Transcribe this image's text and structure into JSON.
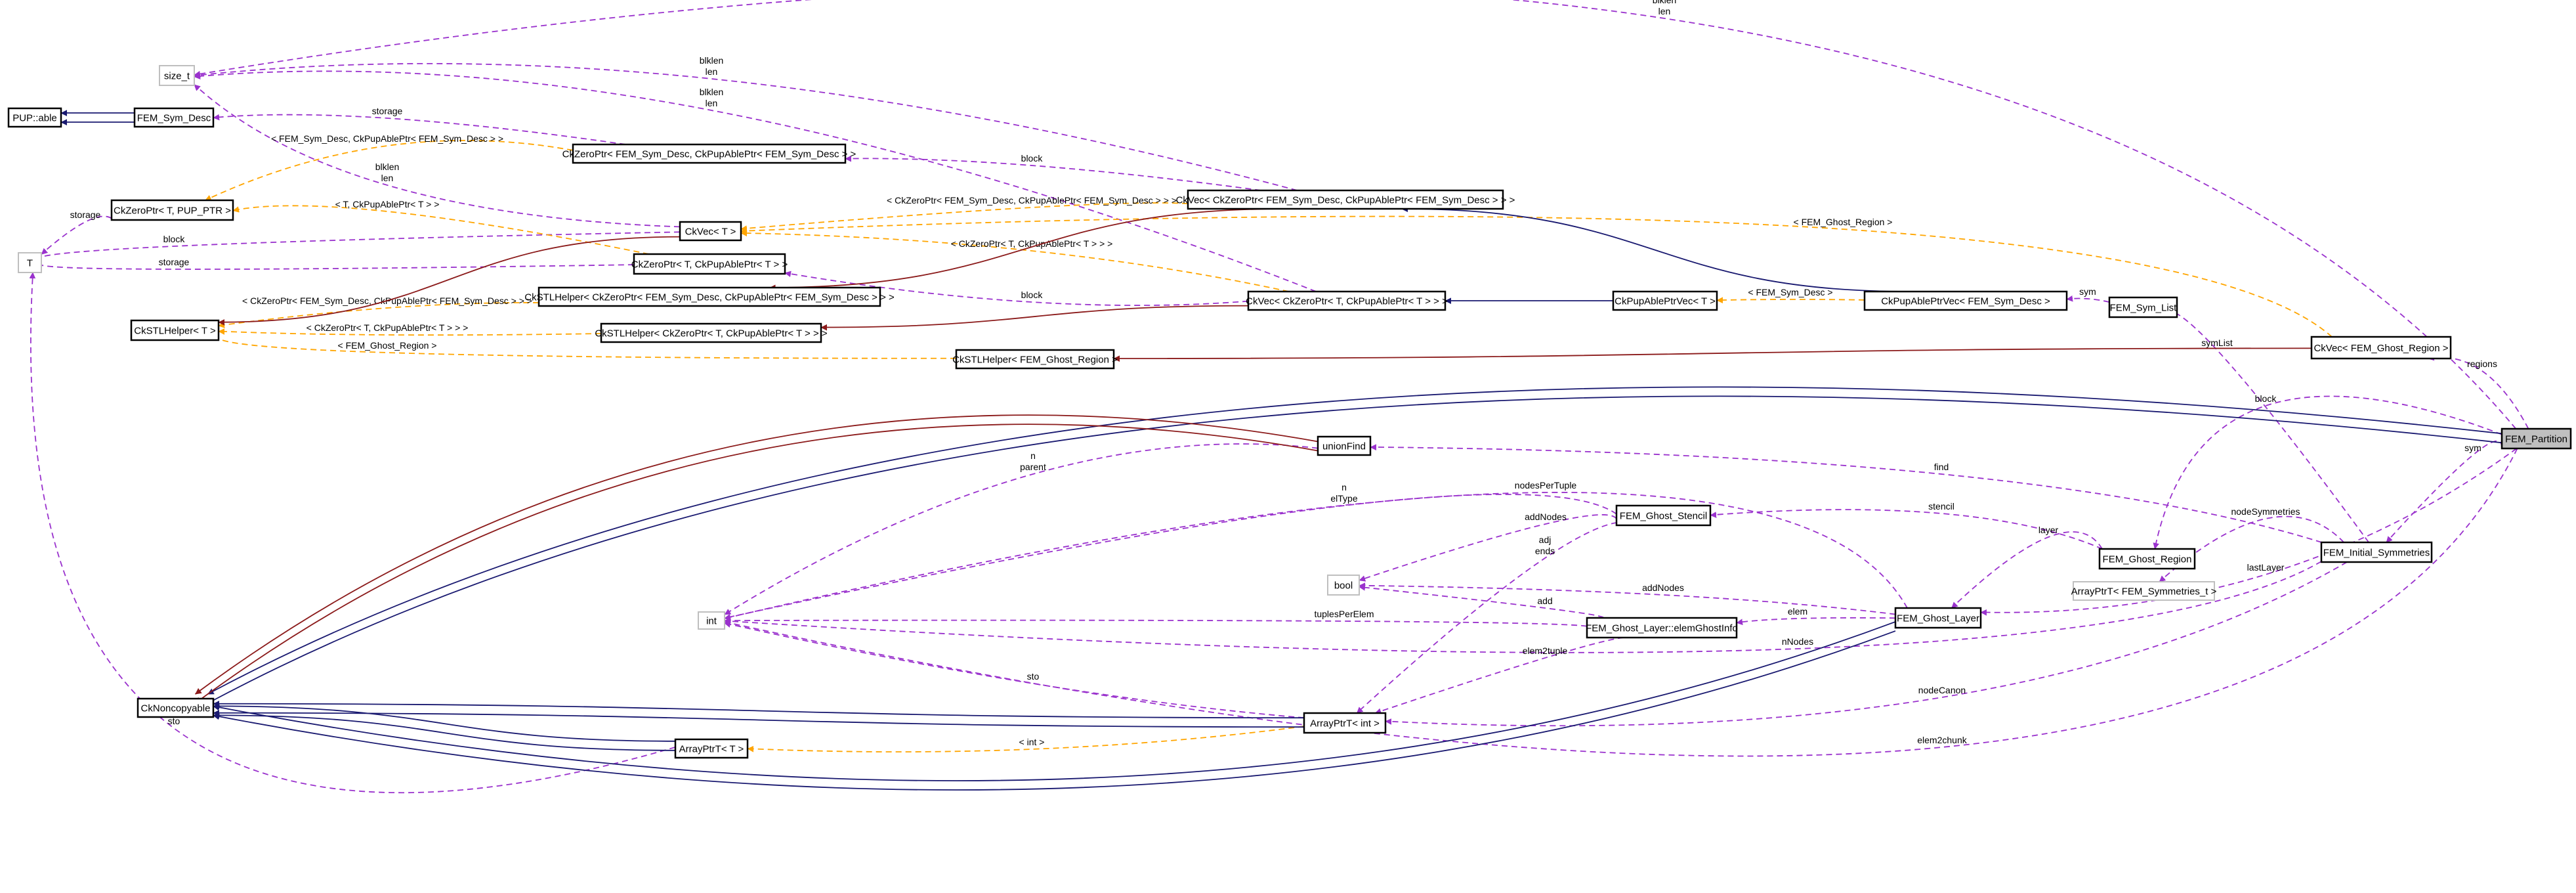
{
  "colors": {
    "usage": "#9a32cd",
    "template": "#ffa500",
    "inherit": "#191970",
    "private": "#8b1a1a",
    "highlight": "#bfbfbf"
  },
  "nodes": {
    "size_t": {
      "label": "size_t",
      "style": "ext"
    },
    "pup_able": {
      "label": "PUP::able",
      "style": "normal"
    },
    "fem_sym_desc": {
      "label": "FEM_Sym_Desc",
      "style": "normal"
    },
    "ckzeroptr_t_pup": {
      "label": "CkZeroPtr< T, PUP_PTR >",
      "style": "normal"
    },
    "t": {
      "label": "T",
      "style": "ext"
    },
    "ckstlhelper_t": {
      "label": "CkSTLHelper< T >",
      "style": "normal"
    },
    "ckzeroptr_femsym": {
      "label": "CkZeroPtr< FEM_Sym_Desc, CkPupAblePtr< FEM_Sym_Desc > >",
      "style": "normal"
    },
    "ckvec_t": {
      "label": "CkVec< T >",
      "style": "normal"
    },
    "ckzeroptr_t_pupable": {
      "label": "CkZeroPtr< T, CkPupAblePtr< T > >",
      "style": "normal"
    },
    "ckstl_zero_femsym": {
      "label": "CkSTLHelper< CkZeroPtr< FEM_Sym_Desc, CkPupAblePtr< FEM_Sym_Desc > > >",
      "style": "normal"
    },
    "ckstl_zero_t": {
      "label": "CkSTLHelper< CkZeroPtr< T, CkPupAblePtr< T > > >",
      "style": "normal"
    },
    "ckvec_zero_femsym": {
      "label": "CkVec< CkZeroPtr< FEM_Sym_Desc, CkPupAblePtr< FEM_Sym_Desc > > >",
      "style": "normal"
    },
    "ckvec_zero_t": {
      "label": "CkVec< CkZeroPtr< T, CkPupAblePtr< T > > >",
      "style": "normal"
    },
    "ckpupvec_t": {
      "label": "CkPupAblePtrVec< T >",
      "style": "normal"
    },
    "ckstl_ghostregion": {
      "label": "CkSTLHelper< FEM_Ghost_Region >",
      "style": "normal"
    },
    "ckpupvec_femsym": {
      "label": "CkPupAblePtrVec< FEM_Sym_Desc >",
      "style": "normal"
    },
    "fem_sym_list": {
      "label": "FEM_Sym_List",
      "style": "normal"
    },
    "ckvec_ghostregion": {
      "label": "CkVec< FEM_Ghost_Region >",
      "style": "normal"
    },
    "fem_partition": {
      "label": "FEM_Partition",
      "style": "main"
    },
    "unionfind": {
      "label": "unionFind",
      "style": "normal"
    },
    "fem_ghost_stencil": {
      "label": "FEM_Ghost_Stencil",
      "style": "normal"
    },
    "bool": {
      "label": "bool",
      "style": "ext"
    },
    "int": {
      "label": "int",
      "style": "ext"
    },
    "elemghostinfo": {
      "label": "FEM_Ghost_Layer::elemGhostInfo",
      "style": "normal"
    },
    "arrayptrt_int": {
      "label": "ArrayPtrT< int >",
      "style": "normal"
    },
    "arrayptrt_t": {
      "label": "ArrayPtrT< T >",
      "style": "normal"
    },
    "cknoncopyable": {
      "label": "CkNoncopyable",
      "style": "normal"
    },
    "fem_ghost_region": {
      "label": "FEM_Ghost_Region",
      "style": "normal"
    },
    "arrayptrt_symm": {
      "label": "ArrayPtrT< FEM_Symmetries_t >",
      "style": "ext"
    },
    "fem_initial_symmetries": {
      "label": "FEM_Initial_Symmetries",
      "style": "normal"
    },
    "fem_ghost_layer": {
      "label": "FEM_Ghost_Layer",
      "style": "normal"
    }
  },
  "edges": [
    {
      "from": "fem_partition",
      "to": "size_t",
      "kind": "usage",
      "label": [
        "blklen",
        "len"
      ]
    },
    {
      "from": "ckvec_zero_femsym",
      "to": "size_t",
      "kind": "usage",
      "label": [
        "blklen",
        "len"
      ]
    },
    {
      "from": "ckvec_zero_t",
      "to": "size_t",
      "kind": "usage",
      "label": [
        "blklen",
        "len"
      ]
    },
    {
      "from": "ckvec_t",
      "to": "size_t",
      "kind": "usage",
      "label": [
        "blklen",
        "len"
      ]
    },
    {
      "from": "ckzeroptr_femsym",
      "to": "fem_sym_desc",
      "kind": "usage",
      "label": [
        "storage"
      ]
    },
    {
      "from": "ckvec_zero_femsym",
      "to": "ckzeroptr_femsym",
      "kind": "usage",
      "label": [
        "block"
      ]
    },
    {
      "from": "ckzeroptr_t_pup",
      "to": "t",
      "kind": "usage",
      "label": [
        "storage"
      ]
    },
    {
      "from": "ckvec_t",
      "to": "t",
      "kind": "usage",
      "label": [
        "block"
      ]
    },
    {
      "from": "ckzeroptr_t_pupable",
      "to": "t",
      "kind": "usage",
      "label": [
        "storage"
      ]
    },
    {
      "from": "ckvec_zero_t",
      "to": "ckzeroptr_t_pupable",
      "kind": "usage",
      "label": [
        "block"
      ]
    },
    {
      "from": "fem_sym_list",
      "to": "ckpupvec_femsym",
      "kind": "usage",
      "label": [
        "sym"
      ]
    },
    {
      "from": "fem_initial_symmetries",
      "to": "fem_sym_list",
      "kind": "usage",
      "label": [
        "symList"
      ]
    },
    {
      "from": "fem_partition",
      "to": "ckvec_ghostregion",
      "kind": "usage",
      "label": [
        "regions"
      ]
    },
    {
      "from": "fem_partition",
      "to": "fem_ghost_region",
      "kind": "usage",
      "label": [
        "block"
      ]
    },
    {
      "from": "fem_partition",
      "to": "fem_initial_symmetries",
      "kind": "usage",
      "label": [
        "sym"
      ]
    },
    {
      "from": "fem_initial_symmetries",
      "to": "unionfind",
      "kind": "usage",
      "label": [
        "find"
      ]
    },
    {
      "from": "fem_ghost_region",
      "to": "fem_ghost_stencil",
      "kind": "usage",
      "label": [
        "stencil"
      ]
    },
    {
      "from": "fem_ghost_region",
      "to": "fem_ghost_layer",
      "kind": "usage",
      "label": [
        "layer"
      ]
    },
    {
      "from": "fem_initial_symmetries",
      "to": "arrayptrt_symm",
      "kind": "usage",
      "label": [
        "nodeSymmetries"
      ]
    },
    {
      "from": "fem_partition",
      "to": "fem_ghost_layer",
      "kind": "usage",
      "label": [
        "lastLayer"
      ]
    },
    {
      "from": "fem_initial_symmetries",
      "to": "arrayptrt_int",
      "kind": "usage",
      "label": [
        "nodeCanon"
      ]
    },
    {
      "from": "fem_partition",
      "to": "int",
      "kind": "usage",
      "label": [
        "elem2chunk"
      ]
    },
    {
      "from": "unionfind",
      "to": "int",
      "kind": "usage",
      "label": [
        "n",
        "parent"
      ]
    },
    {
      "from": "fem_ghost_layer",
      "to": "int",
      "kind": "usage",
      "label": [
        "nodesPerTuple"
      ]
    },
    {
      "from": "fem_ghost_stencil",
      "to": "int",
      "kind": "usage",
      "label": [
        "n",
        "elType"
      ]
    },
    {
      "from": "fem_ghost_stencil",
      "to": "bool",
      "kind": "usage",
      "label": [
        "addNodes"
      ]
    },
    {
      "from": "fem_ghost_stencil",
      "to": "arrayptrt_int",
      "kind": "usage",
      "label": [
        "adj",
        "ends"
      ]
    },
    {
      "from": "fem_ghost_layer",
      "to": "bool",
      "kind": "usage",
      "label": [
        "addNodes"
      ]
    },
    {
      "from": "elemghostinfo",
      "to": "bool",
      "kind": "usage",
      "label": [
        "add"
      ]
    },
    {
      "from": "elemghostinfo",
      "to": "int",
      "kind": "usage",
      "label": [
        "tuplesPerElem"
      ]
    },
    {
      "from": "fem_ghost_layer",
      "to": "elemghostinfo",
      "kind": "usage",
      "label": [
        "elem"
      ]
    },
    {
      "from": "fem_initial_symmetries",
      "to": "int",
      "kind": "usage",
      "label": [
        "nNodes"
      ]
    },
    {
      "from": "elemghostinfo",
      "to": "arrayptrt_int",
      "kind": "usage",
      "label": [
        "elem2tuple"
      ]
    },
    {
      "from": "arrayptrt_int",
      "to": "int",
      "kind": "usage",
      "label": [
        "sto"
      ]
    },
    {
      "from": "arrayptrt_t",
      "to": "t",
      "kind": "usage",
      "label": [
        "sto"
      ]
    },
    {
      "from": "ckzeroptr_femsym",
      "to": "ckzeroptr_t_pup",
      "kind": "template",
      "label": [
        "< FEM_Sym_Desc, CkPupAblePtr< FEM_Sym_Desc > >"
      ]
    },
    {
      "from": "ckzeroptr_t_pupable",
      "to": "ckzeroptr_t_pup",
      "kind": "template",
      "label": [
        "< T, CkPupAblePtr< T > >"
      ]
    },
    {
      "from": "ckvec_zero_femsym",
      "to": "ckvec_t",
      "kind": "template",
      "label": [
        "< CkZeroPtr< FEM_Sym_Desc, CkPupAblePtr< FEM_Sym_Desc > > >"
      ]
    },
    {
      "from": "ckvec_ghostregion",
      "to": "ckvec_t",
      "kind": "template",
      "label": [
        "< FEM_Ghost_Region >"
      ]
    },
    {
      "from": "ckvec_zero_t",
      "to": "ckvec_t",
      "kind": "template",
      "label": [
        "< CkZeroPtr< T, CkPupAblePtr< T > > >"
      ]
    },
    {
      "from": "ckstl_zero_femsym",
      "to": "ckstlhelper_t",
      "kind": "template",
      "label": [
        "< CkZeroPtr< FEM_Sym_Desc, CkPupAblePtr< FEM_Sym_Desc > > >"
      ]
    },
    {
      "from": "ckstl_zero_t",
      "to": "ckstlhelper_t",
      "kind": "template",
      "label": [
        "< CkZeroPtr< T, CkPupAblePtr< T > > >"
      ]
    },
    {
      "from": "ckstl_ghostregion",
      "to": "ckstlhelper_t",
      "kind": "template",
      "label": [
        "< FEM_Ghost_Region >"
      ]
    },
    {
      "from": "ckpupvec_femsym",
      "to": "ckpupvec_t",
      "kind": "template",
      "label": [
        "< FEM_Sym_Desc >"
      ]
    },
    {
      "from": "arrayptrt_int",
      "to": "arrayptrt_t",
      "kind": "template",
      "label": [
        "< int >"
      ]
    },
    {
      "from": "fem_sym_desc",
      "to": "pup_able",
      "kind": "inherit",
      "double": true
    },
    {
      "from": "ckpupvec_femsym",
      "to": "ckvec_zero_femsym",
      "kind": "inherit"
    },
    {
      "from": "ckpupvec_t",
      "to": "ckvec_zero_t",
      "kind": "inherit"
    },
    {
      "from": "fem_partition",
      "to": "cknoncopyable",
      "kind": "inherit",
      "double": true
    },
    {
      "from": "fem_ghost_layer",
      "to": "cknoncopyable",
      "kind": "inherit",
      "double": true
    },
    {
      "from": "arrayptrt_int",
      "to": "cknoncopyable",
      "kind": "inherit",
      "double": true
    },
    {
      "from": "arrayptrt_t",
      "to": "cknoncopyable",
      "kind": "inherit",
      "double": true
    },
    {
      "from": "ckvec_t",
      "to": "ckstlhelper_t",
      "kind": "private"
    },
    {
      "from": "ckvec_zero_femsym",
      "to": "ckstl_zero_femsym",
      "kind": "private"
    },
    {
      "from": "ckvec_zero_t",
      "to": "ckstl_zero_t",
      "kind": "private"
    },
    {
      "from": "ckvec_ghostregion",
      "to": "ckstl_ghostregion",
      "kind": "private"
    },
    {
      "from": "unionfind",
      "to": "cknoncopyable",
      "kind": "private",
      "double": true
    }
  ]
}
